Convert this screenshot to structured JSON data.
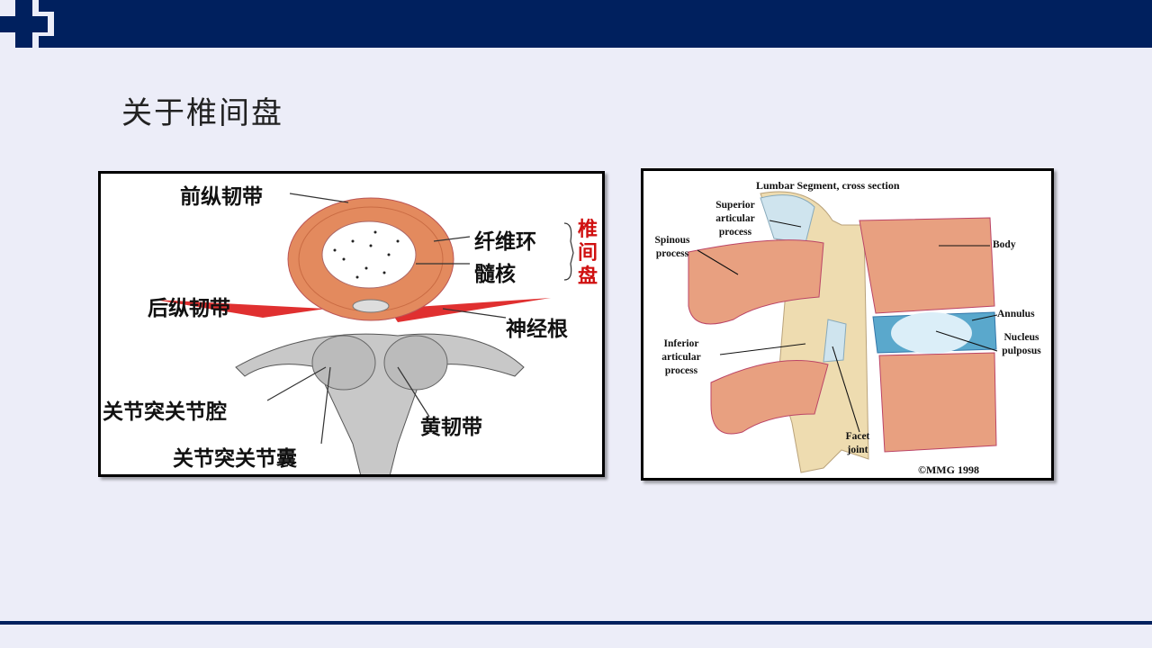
{
  "slide": {
    "title": "关于椎间盘"
  },
  "left_diagram": {
    "labels": [
      "前纵韧带",
      "纤维环",
      "髓核",
      "后纵韧带",
      "神经根",
      "关节突关节腔",
      "黄韧带",
      "关节突关节囊"
    ],
    "bracket_label": "椎间盘"
  },
  "right_diagram": {
    "title": "Lumbar Segment, cross section",
    "labels": {
      "superior": "Superior articular process",
      "spinous": "Spinous process",
      "body": "Body",
      "annulus": "Annulus",
      "nucleus": "Nucleus pulposus",
      "inferior": "Inferior articular process",
      "facet": "Facet joint"
    },
    "copyright": "©MMG 1998"
  },
  "colors": {
    "navy": "#00205e",
    "background": "#ecedf8"
  }
}
